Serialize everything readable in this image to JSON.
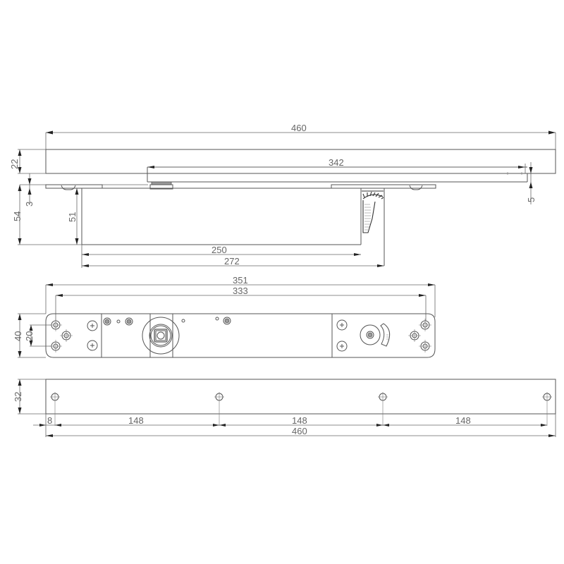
{
  "drawing": {
    "title": "Concealed door closer technical drawing",
    "line_color": "#555555",
    "text_color": "#666666",
    "arrow_color": "#222222"
  },
  "side_view": {
    "overall_length": "460",
    "track_height": "22",
    "track_inner_length": "342",
    "track_gap": "5",
    "plate_thickness": "3",
    "total_height": "54",
    "body_height": "51",
    "body_length": "250",
    "body_with_pinion_length": "272"
  },
  "top_view": {
    "plate_length": "351",
    "hole_spacing_length": "333",
    "plate_width": "40",
    "hole_spacing_width": "20"
  },
  "track_view": {
    "track_width": "32",
    "edge_offset": "8",
    "hole_spacing": [
      "148",
      "148",
      "148"
    ],
    "overall_length": "460"
  }
}
